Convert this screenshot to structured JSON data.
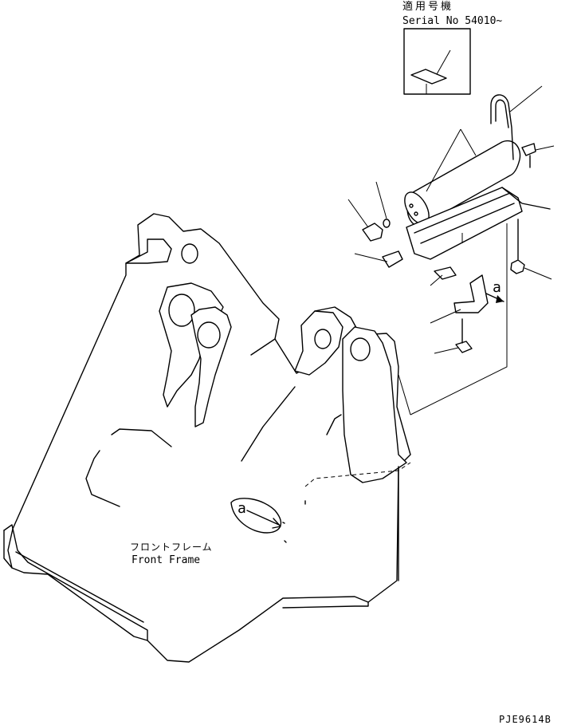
{
  "serial": {
    "title_jp": "適用号機",
    "serial_text": "Serial No 54010~"
  },
  "frame": {
    "label_jp": "フロントフレーム",
    "label_en": "Front Frame"
  },
  "callouts": {
    "a_bracket": "a",
    "a_frame": "a"
  },
  "drawing_id": "PJE9614B"
}
